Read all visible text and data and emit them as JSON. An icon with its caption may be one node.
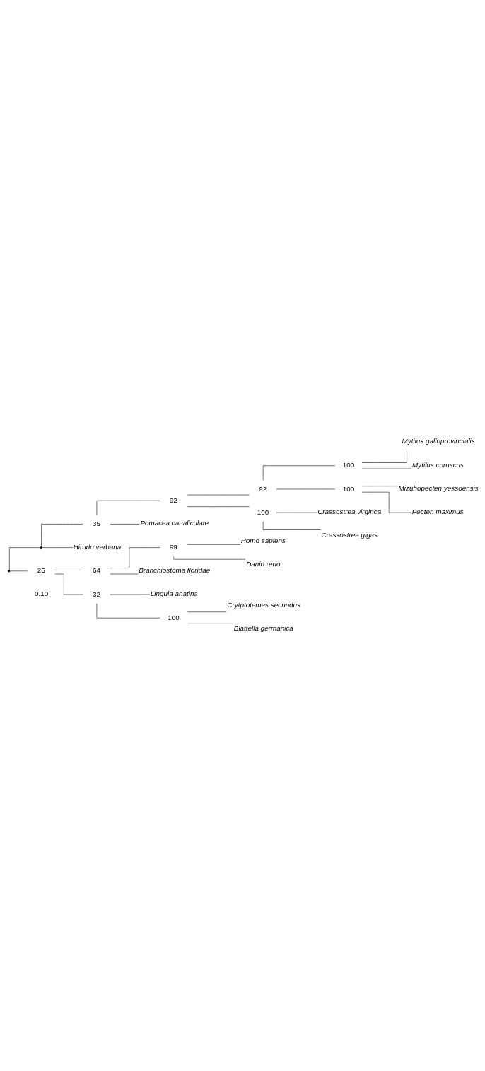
{
  "diagram": {
    "nodes": [
      {
        "text": [
          "Mytilus galloprovincialis"
        ]
      },
      {
        "text": [
          "100"
        ]
      },
      {
        "text": [
          "Mytilus coruscus"
        ]
      },
      {
        "text": [
          "92"
        ]
      },
      {
        "text": [
          "Mizuhopecten yessoensis"
        ]
      },
      {
        "text": [
          "100"
        ]
      },
      {
        "text": [
          "Pecten maximus"
        ]
      },
      {
        "text": [
          "92"
        ]
      },
      {
        "text": [
          "Crassostrea virginca"
        ]
      },
      {
        "text": [
          "100"
        ]
      },
      {
        "text": [
          "Crassostrea gigas"
        ]
      },
      {
        "text": [
          "35"
        ]
      },
      {
        "text": [
          "Pomacea canaliculate"
        ]
      },
      {
        "text": [],
        "shape": "point"
      },
      {
        "text": [],
        "shape": "point"
      },
      {
        "text": [
          "Hirudo verbana"
        ]
      },
      {
        "text": [
          "Homo sapiens"
        ]
      },
      {
        "text": [
          "99"
        ]
      },
      {
        "text": [
          "Danio rerio"
        ]
      },
      {
        "text": [
          "64"
        ]
      },
      {
        "text": [
          "Branchiostoma floridae"
        ]
      },
      {
        "text": [
          "25"
        ]
      },
      {
        "text": [
          "Lingula anatina"
        ]
      },
      {
        "text": [
          "32"
        ]
      },
      {
        "text": [
          "Crytptotemes secundus"
        ]
      },
      {
        "text": [
          "100"
        ]
      },
      {
        "text": [
          "Blattella germanica"
        ]
      }
    ],
    "edges": [
      {
        "from": 14,
        "to": 13,
        "arrow": "none"
      },
      {
        "from": 14,
        "to": 21,
        "arrow": "none"
      },
      {
        "from": 13,
        "to": 11,
        "arrow": "none"
      },
      {
        "from": 13,
        "to": 15,
        "arrow": "none"
      },
      {
        "from": 11,
        "to": 7,
        "arrow": "none"
      },
      {
        "from": 11,
        "to": 12,
        "arrow": "none"
      },
      {
        "from": 7,
        "to": 3,
        "arrow": "none"
      },
      {
        "from": 7,
        "to": 9,
        "arrow": "none"
      },
      {
        "from": 3,
        "to": 1,
        "arrow": "none"
      },
      {
        "from": 3,
        "to": 5,
        "arrow": "none"
      },
      {
        "from": 1,
        "to": 0,
        "arrow": "none"
      },
      {
        "from": 1,
        "to": 2,
        "arrow": "none"
      },
      {
        "from": 5,
        "to": 4,
        "arrow": "none"
      },
      {
        "from": 5,
        "to": 6,
        "arrow": "none"
      },
      {
        "from": 9,
        "to": 8,
        "arrow": "none"
      },
      {
        "from": 9,
        "to": 10,
        "arrow": "none"
      },
      {
        "from": 21,
        "to": 19,
        "arrow": "none"
      },
      {
        "from": 21,
        "to": 23,
        "arrow": "none"
      },
      {
        "from": 19,
        "to": 17,
        "arrow": "none"
      },
      {
        "from": 19,
        "to": 20,
        "arrow": "none"
      },
      {
        "from": 17,
        "to": 16,
        "arrow": "none"
      },
      {
        "from": 17,
        "to": 18,
        "arrow": "none"
      },
      {
        "from": 23,
        "to": 22,
        "arrow": "none"
      },
      {
        "from": 23,
        "to": 25,
        "arrow": "none"
      },
      {
        "from": 25,
        "to": 24,
        "arrow": "none"
      },
      {
        "from": 25,
        "to": 26,
        "arrow": "none"
      }
    ],
    "labels": [
      "0.10"
    ]
  }
}
